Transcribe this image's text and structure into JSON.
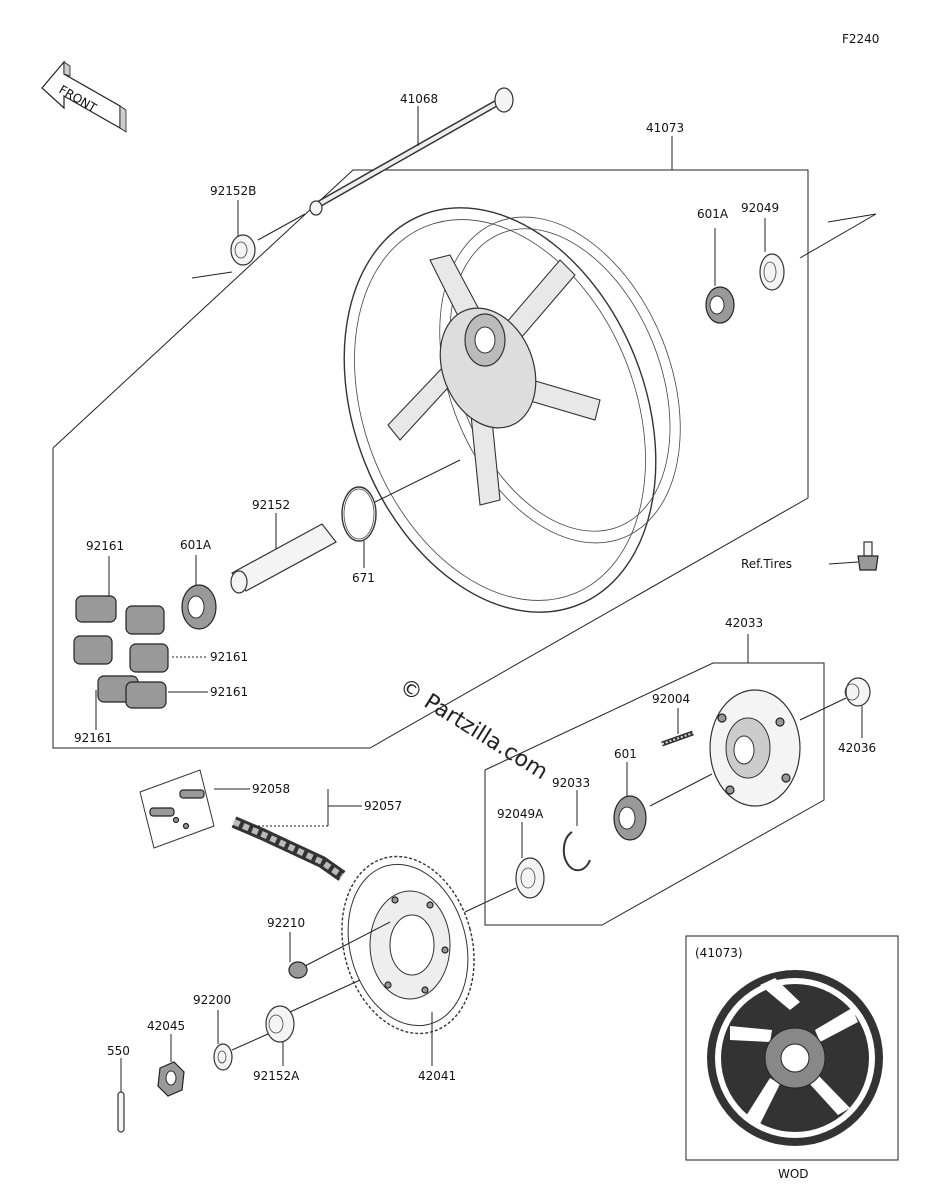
{
  "diagram_code": "F2240",
  "front_label": "FRONT",
  "watermark": "© Partzilla.com",
  "ref_tires": "Ref.Tires",
  "inset_title": "(41073)",
  "inset_caption": "WOD",
  "parts": {
    "p41068": "41068",
    "p41073": "41073",
    "p92152B": "92152B",
    "p92049": "92049",
    "p601A_top": "601A",
    "p92152": "92152",
    "p601A_left": "601A",
    "p671": "671",
    "p92161_a": "92161",
    "p92161_b": "92161",
    "p92161_c": "92161",
    "p92161_d": "92161",
    "p42033": "42033",
    "p92004": "92004",
    "p42036": "42036",
    "p601": "601",
    "p92033": "92033",
    "p92049A": "92049A",
    "p92058": "92058",
    "p92057": "92057",
    "p92210": "92210",
    "p92200": "92200",
    "p42045": "42045",
    "p550": "550",
    "p92152A": "92152A",
    "p42041": "42041"
  }
}
